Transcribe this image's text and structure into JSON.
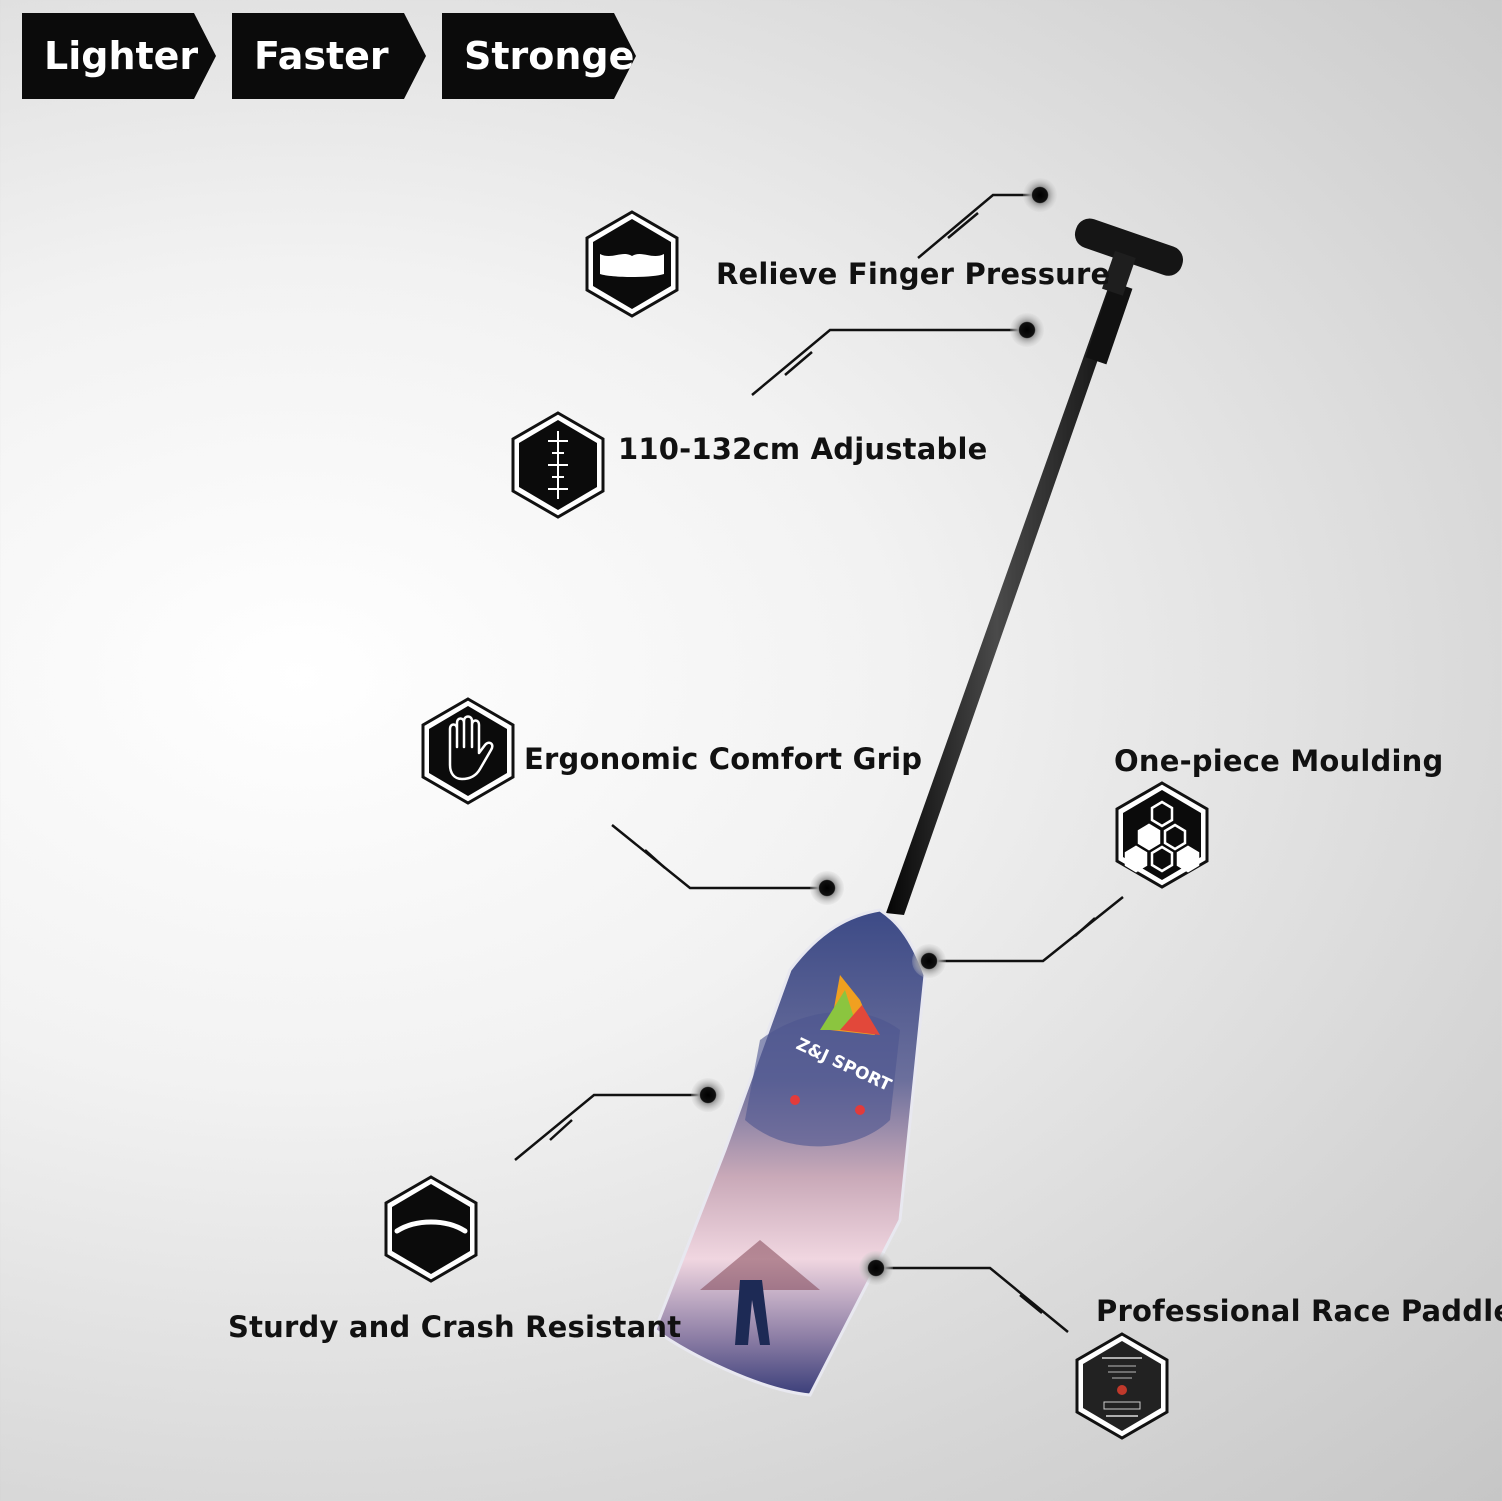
{
  "tags": [
    "Lighter",
    "Faster",
    "Stronger"
  ],
  "features": {
    "finger": "Relieve Finger Pressure",
    "adjustable": "110-132cm Adjustable",
    "grip": "Ergonomic Comfort Grip",
    "moulding": "One-piece Moulding",
    "sturdy": "Sturdy and Crash Resistant",
    "race": "Professional Race Paddles"
  },
  "blade": {
    "brand": "Z&J SPORT"
  },
  "icons": {
    "finger": "finger-pressure-icon",
    "adjustable": "ruler-icon",
    "grip": "hand-icon",
    "moulding": "honeycomb-icon",
    "sturdy": "arc-icon",
    "race": "certificate-label-icon"
  },
  "colors": {
    "tag_bg": "#0b0b0b",
    "text": "#111111",
    "shaft": "#1a1a1a"
  }
}
